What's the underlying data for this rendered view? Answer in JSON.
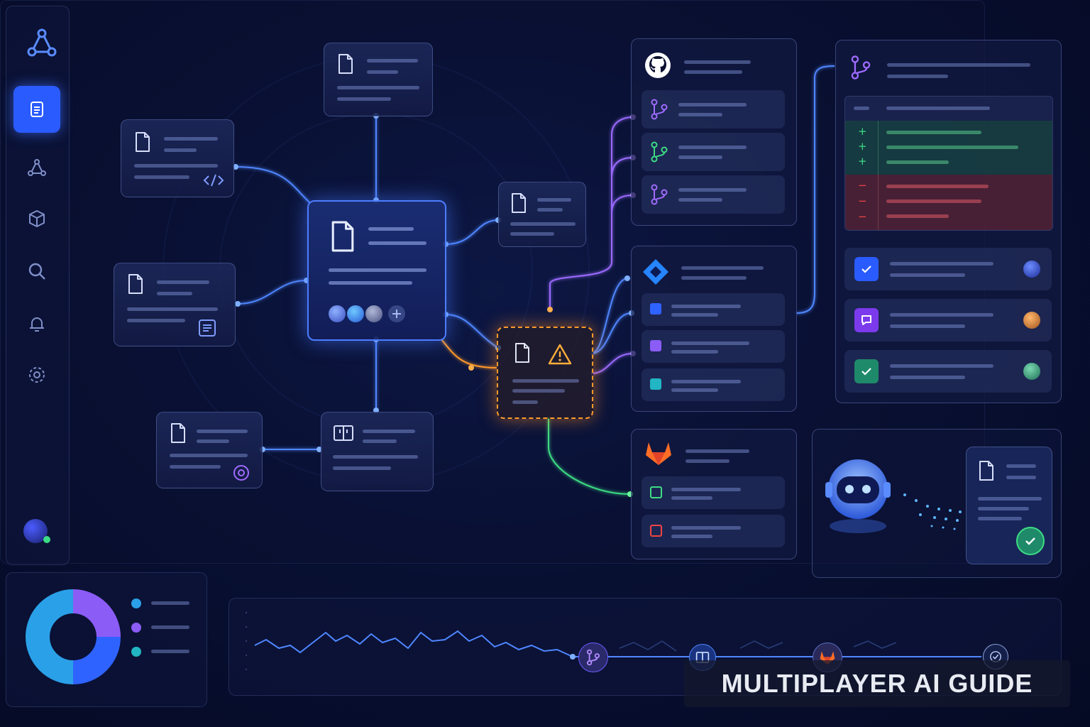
{
  "overlay": {
    "title": "MULTIPLAYER AI GUIDE"
  },
  "sidebar": {
    "items": [
      {
        "icon": "logo-icon"
      },
      {
        "icon": "document-icon",
        "active": true
      },
      {
        "icon": "graph-icon"
      },
      {
        "icon": "cube-icon"
      },
      {
        "icon": "search-icon"
      },
      {
        "icon": "bell-icon"
      },
      {
        "icon": "gear-icon"
      }
    ]
  },
  "colors": {
    "accent": "#2a5bff",
    "warning": "#ff9a2a",
    "purple": "#8b5cf6",
    "teal": "#22b5c4",
    "green": "#3ddc84",
    "red": "#ef4444"
  },
  "integrations": {
    "github": {
      "icon": "github-icon"
    },
    "jira": {
      "icon": "jira-icon"
    },
    "gitlab": {
      "icon": "gitlab-icon"
    }
  },
  "diff": {
    "added_markers": [
      "+",
      "+",
      "+"
    ],
    "removed_markers": [
      "−",
      "−",
      "−"
    ]
  },
  "donut": {
    "segments": [
      {
        "color": "#8b5cf6",
        "value": 25
      },
      {
        "color": "#2f63ff",
        "value": 25
      },
      {
        "color": "#2aa0e8",
        "value": 50
      }
    ]
  },
  "timeline": {
    "events": [
      {
        "icon": "branch-icon"
      },
      {
        "icon": "board-icon"
      },
      {
        "icon": "gitlab-icon"
      },
      {
        "icon": "check-icon"
      }
    ]
  }
}
